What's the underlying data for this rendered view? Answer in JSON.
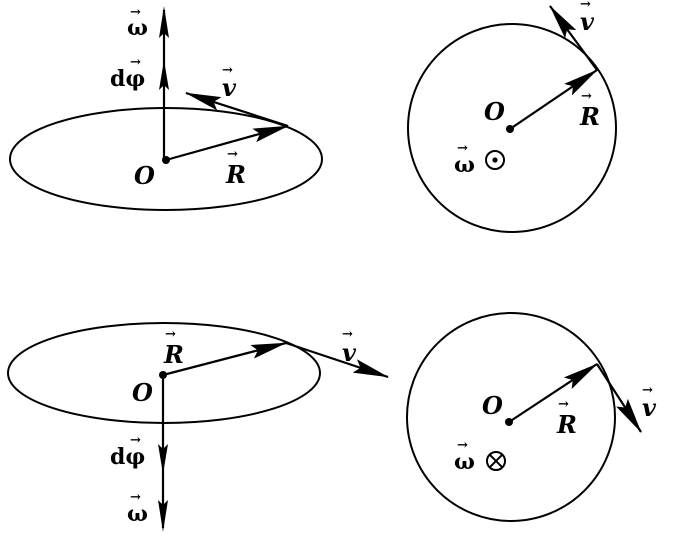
{
  "symbols": {
    "omega": "ω",
    "dphi": "dφ",
    "velocity": "v",
    "radius": "R",
    "origin": "O"
  },
  "panels": {
    "top_left": {
      "direction": "ccw",
      "omega": "up"
    },
    "top_right": {
      "omega_symbol": "out-of-page",
      "symbol": "⊙"
    },
    "bottom_left": {
      "direction": "cw",
      "omega": "down"
    },
    "bottom_right": {
      "omega_symbol": "into-page",
      "symbol": "⊗"
    }
  }
}
